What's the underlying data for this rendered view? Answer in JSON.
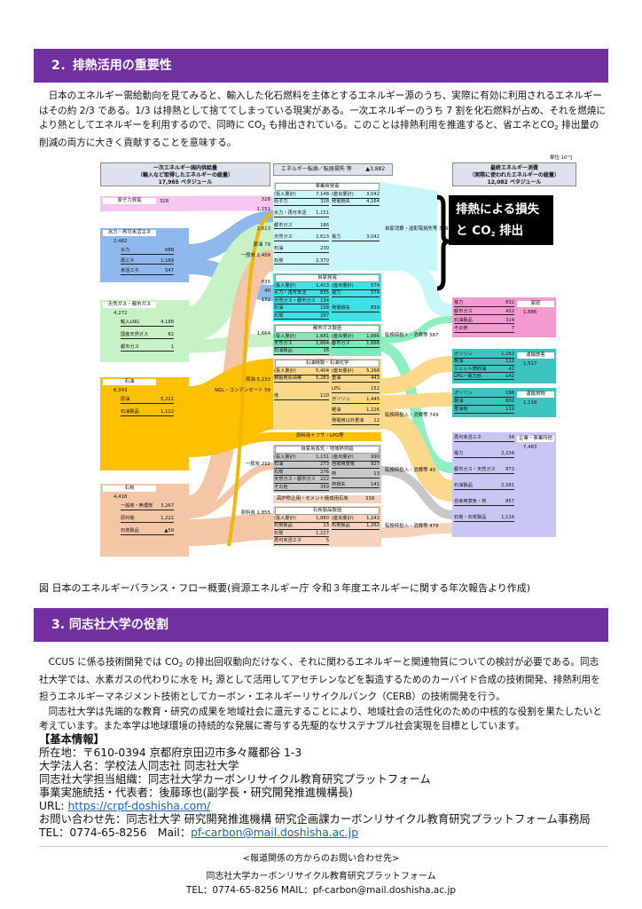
{
  "section2": {
    "title": "2．排熱活用の重要性",
    "body_a": "日本のエネルギー需給動向を見てみると、輸入した化石燃料を主体とするエネルギー源のうち、実際に有効に利用されるエネルギーはその約 2/3 である。1/3 は排熱として捨ててしまっている現実がある。一次エネルギーのうち 7 割を化石燃料が占め、それを燃焼により熱としてエネルギーを利用するので、同時に CO",
    "body_sub": "2",
    "body_b": " も排出されている。このことは排熱利用を推進すると、省エネとCO",
    "body_sub2": "2",
    "body_c": " 排出量の削減の両方に大きく貢献することを意味する。"
  },
  "diagram": {
    "unit": "単位:10¹⁵J",
    "left_header": [
      "一次エネルギー国内供給量",
      "（輸入など取得したエネルギーの総量）",
      "17,965 ペタジュール"
    ],
    "mid_header": {
      "label": "エネルギー転換／転換損失 等",
      "value": "▲3,882"
    },
    "right_header": [
      "最終エネルギー消費",
      "（実際に使われたエネルギーの総量）",
      "12,082 ペタジュール"
    ],
    "loss_box": {
      "line1": "排熱による損失",
      "line2a": "と CO",
      "sub": "2",
      "line2b": " 排出"
    },
    "sources": {
      "nuclear": {
        "name": "原子力発電",
        "total": "328"
      },
      "hydro": {
        "name": "水力・再可未活エネ",
        "total": "2,462",
        "items": [
          [
            "水力",
            "688"
          ],
          [
            "再エネ",
            "1,189"
          ],
          [
            "未活エネ",
            "547"
          ]
        ]
      },
      "gas": {
        "name": "天然ガス・都市ガス",
        "total": "4,272",
        "items": [
          [
            "輸入LNG",
            "4,188"
          ],
          [
            "国産天然ガス",
            "82"
          ],
          [
            "都市ガス",
            "1"
          ]
        ]
      },
      "oil": {
        "name": "石油",
        "total": "6,343",
        "items": [
          [
            "原油",
            "5,221"
          ],
          [
            "石油製品",
            "1,122"
          ]
        ]
      },
      "coal": {
        "name": "石炭",
        "total": "4,418",
        "items": [
          [
            "一般炭・無煙炭",
            "3,267"
          ],
          [
            "原料炭",
            "1,222"
          ],
          [
            "石炭製品",
            "▲59"
          ]
        ]
      }
    },
    "flow_labels": [
      "328",
      "1,151",
      "2,613",
      "原油 79",
      "一般炭 2,459",
      "835",
      "40",
      "172",
      "1,664",
      "原油 5,233",
      "NGL・コンデンセート 59",
      "一般炭 212",
      "原料炭 1,855"
    ],
    "converters": {
      "power": {
        "title": "事業用発電",
        "in": [
          "(投入量計)",
          "7,148"
        ],
        "out": [
          "(産出量計)",
          "3,042"
        ],
        "items": [
          [
            "原子力",
            "328"
          ],
          [
            "水力・再可未活",
            "1,151"
          ],
          [
            "都市ガス",
            "186"
          ],
          [
            "天然ガス",
            "2,613"
          ],
          [
            "石油",
            "230"
          ],
          [
            "石炭",
            "2,370"
          ]
        ],
        "outputs": [
          [
            "発電損失",
            "4,164"
          ],
          [
            "電力",
            "3,042"
          ]
        ]
      },
      "selfpower": {
        "title": "自家発電",
        "in": [
          "(投入量計)",
          "1,413"
        ],
        "out": [
          "(産出量計)",
          "574"
        ],
        "items": [
          [
            "水力・再可未活",
            "835"
          ],
          [
            "天然ガス・都市ガス",
            "134"
          ],
          [
            "石油",
            "158"
          ],
          [
            "石炭",
            "287"
          ]
        ],
        "outputs": [
          [
            "電力",
            "574"
          ],
          [
            "発電損失",
            "839"
          ]
        ]
      },
      "citygas": {
        "title": "都市ガス製造",
        "in": [
          "(投入量計)",
          "1,681"
        ],
        "out": [
          "(産出量計)",
          "1,666"
        ],
        "items": [
          [
            "天然ガス",
            "1,664"
          ],
          [
            "石油製品",
            "16"
          ]
        ],
        "outputs": [
          [
            "都市ガス",
            "1,666"
          ]
        ]
      },
      "refinery": {
        "title": "石油精製・石油化学",
        "in": [
          "(投入量計)",
          "5,404"
        ],
        "out": [
          "(産出量計)",
          "5,268"
        ],
        "items": [
          [
            "精製用原油等",
            "5,283"
          ],
          [
            "他",
            "110"
          ]
        ],
        "outputs": [
          [
            "重油",
            "443"
          ],
          [
            "LPG",
            "152"
          ],
          [
            "ガソリン",
            "1,445"
          ],
          [
            "軽油",
            "1,226"
          ],
          [
            "発電用以外重油",
            "12"
          ]
        ]
      },
      "naphtha": "原料用ナフサ・LPG等",
      "steam": {
        "title": "自家用蒸気・地域熱供給",
        "in": [
          "(投入量計)",
          "1,131"
        ],
        "out": [
          "(産出量計)",
          "990"
        ],
        "items": [
          [
            "石油",
            "273"
          ],
          [
            "石炭",
            "276"
          ],
          [
            "天然ガス・都市ガス",
            "222"
          ],
          [
            "その他",
            "359"
          ]
        ],
        "outputs": [
          [
            "自家用蒸気",
            "827"
          ],
          [
            "熱",
            "13"
          ],
          [
            "熱損失",
            "141"
          ]
        ]
      },
      "blast": {
        "label": "高炉吹込用・セメント焼成用石炭",
        "value": "338"
      },
      "coke": {
        "title": "石炭製品製造",
        "in": [
          "(投入量計)",
          "1,880"
        ],
        "out": [
          "(産出量計)",
          "1,243"
        ],
        "items": [
          [
            "石炭製品",
            "13"
          ],
          [
            "石炭",
            "1,227"
          ],
          [
            "再可未活エネ",
            "5"
          ]
        ],
        "outputs": [
          [
            "石炭製品",
            "1,262"
          ]
        ]
      }
    },
    "losses": [
      "自家消費・送配電損失等 329",
      "転換時投入・消費等 587",
      "転換時投入・消費等 749",
      "転換時投入・消費等 40",
      "転換時投入・消費等 479"
    ],
    "finals": {
      "home": {
        "name": "家庭",
        "total": "1,886",
        "items": [
          [
            "電力",
            "832"
          ],
          [
            "都市ガス",
            "432"
          ],
          [
            "石油製品",
            "314"
          ],
          [
            "その他",
            "7"
          ]
        ]
      },
      "passenger": {
        "name": "運輸旅客",
        "total": "1,517",
        "items": [
          [
            "ガソリン",
            "1,262"
          ],
          [
            "軽油",
            "112"
          ],
          [
            "ジェット燃料油",
            "42"
          ],
          [
            "LPG・電力他",
            "142"
          ]
        ]
      },
      "freight": {
        "name": "運輸貨物",
        "total": "1,116",
        "items": [
          [
            "ガソリン",
            "196"
          ],
          [
            "軽油",
            "800"
          ],
          [
            "重油他",
            "119"
          ]
        ]
      },
      "business": {
        "name": "企業・事業所他",
        "total": "7,483",
        "items": [
          [
            "再可未活エネ",
            "34"
          ],
          [
            "電力",
            "2,234"
          ],
          [
            "都市ガス・天然ガス",
            "873"
          ],
          [
            "石油製品",
            "2,581"
          ],
          [
            "自家用蒸気・熱",
            "857"
          ],
          [
            "石炭・石炭製品",
            "1,116"
          ]
        ]
      }
    }
  },
  "caption": "図 日本のエネルギーバランス・フロー概要(資源エネルギー庁 令和３年度エネルギーに関する年次報告より作成)",
  "section3": {
    "title": "3. 同志社大学の役割",
    "p1_a": "CCUS に係る技術開発では CO",
    "p1_sub": "2",
    "p1_b": " の排出回収動向だけなく、それに関わるエネルギーと関連物質についての検討が必要である。同志社大学では、水素ガスの代わりに水を H",
    "p1_sub2": "2",
    "p1_c": " 源として活用してアセチレンなどを製造するためのカーバイド合成の技術開発、排熱利用を担うエネルギーマネジメント技術としてカーボン・エネルギーリサイクルバンク（CERB）の技術開発を行う。",
    "p2": "同志社大学は先端的な教育・研究の成果を地域社会に還元することにより、地域社会の活性化のための中核的な役割を果たしたいと考えています。また本学は地球環境の持続的な発展に寄与する先駆的なサステナブル社会実現を目標としています。"
  },
  "info": {
    "heading": "【基本情報】",
    "address": "所在地：〒610-0394 京都府京田辺市多々羅都谷 1-3",
    "corp": "大学法人名：学校法人同志社 同志社大学",
    "org": "同志社大学担当組織：同志社大学カーボンリサイクル教育研究プラットフォーム",
    "rep": "事業実施統括・代表者：後藤琢也(副学長・研究開発推進機構長)",
    "url_label": "URL: ",
    "url": "https://crpf-doshisha.com/",
    "contact": "お問い合わせ先：同志社大学 研究開発推進機構 研究企画課カーボンリサイクル教育研究プラットフォーム事務局",
    "tel": "TEL：0774-65-8256　Mail：",
    "mail": "pf-carbon@mail.doshisha.ac.jp"
  },
  "footer": {
    "line1": "<報道関係の方からのお問い合わせ先>",
    "line2": "同志社大学カーボンリサイクル教育研究プラットフォーム",
    "line3": "TEL：0774-65-8256  MAIL：pf-carbon@mail.doshisha.ac.jp"
  },
  "colors": {
    "header_bar": "#7030a0",
    "link": "#1f5fbf"
  }
}
